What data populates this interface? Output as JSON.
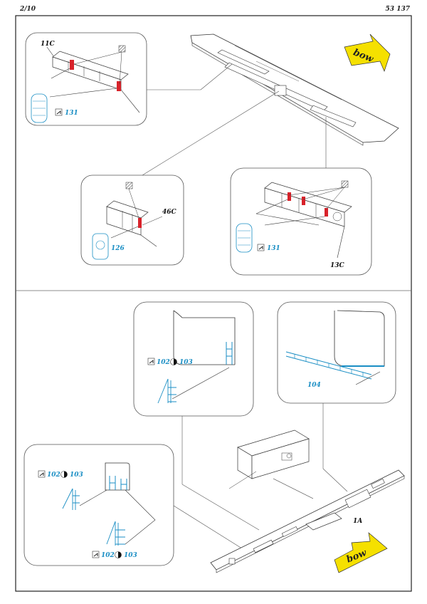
{
  "header": {
    "page": "2/10",
    "catalog": "53 137"
  },
  "labels": {
    "part_11c": "11C",
    "part_46c": "46C",
    "part_13c": "13C",
    "part_1a": "1A",
    "bow_top": "bow",
    "bow_bottom": "bow"
  },
  "part_numbers": {
    "p131_top": "131",
    "p126": "126",
    "p131_right": "131",
    "p102_a": "102",
    "p103_a": "103",
    "p104": "104",
    "p102_b": "102",
    "p103_b": "103",
    "p102_c": "102",
    "p103_c": "103"
  },
  "colors": {
    "photo_etch_blue": "#1a8ec4",
    "highlight_red": "#d8222a",
    "arrow_yellow": "#f5e000",
    "line": "#333333"
  },
  "icons": [
    "bend-icon",
    "bend-reverse-icon",
    "hatched-surface-icon",
    "bow-arrow-icon"
  ]
}
